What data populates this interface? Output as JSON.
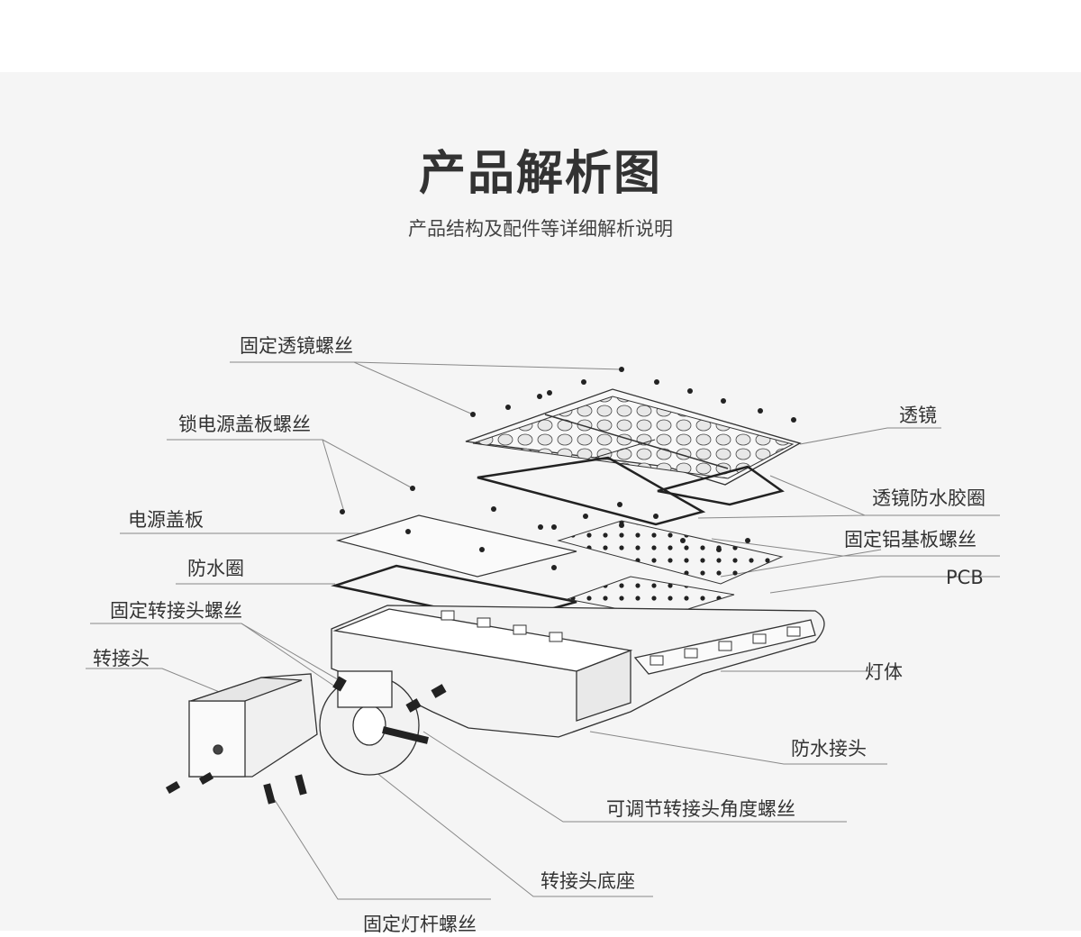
{
  "header": {
    "title": "产品解析图",
    "subtitle": "产品结构及配件等详细解析说明"
  },
  "labels": {
    "lens_screws": "固定透镜螺丝",
    "power_cover_lock_screws": "锁电源盖板螺丝",
    "power_cover": "电源盖板",
    "waterproof_ring": "防水圈",
    "adapter_screws": "固定转接头螺丝",
    "adapter": "转接头",
    "lens": "透镜",
    "lens_gasket": "透镜防水胶圈",
    "aluminum_board_screws": "固定铝基板螺丝",
    "pcb": "PCB",
    "lamp_body": "灯体",
    "waterproof_connector": "防水接头",
    "angle_screw": "可调节转接头角度螺丝",
    "adapter_base": "转接头底座",
    "pole_screws": "固定灯杆螺丝"
  },
  "colors": {
    "background": "#f5f5f5",
    "text": "#333333",
    "line": "#888888"
  }
}
